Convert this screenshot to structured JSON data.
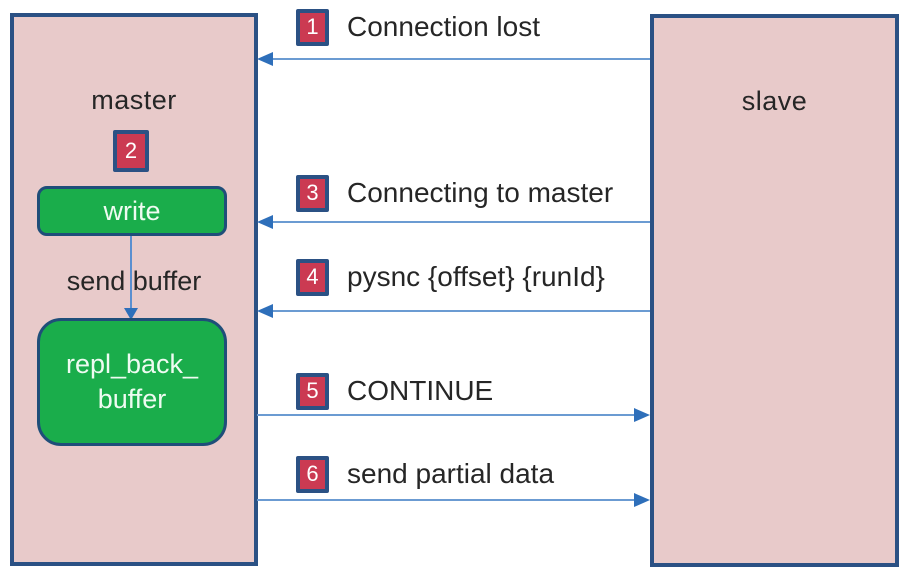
{
  "master": {
    "title": "master",
    "badge": "2",
    "write_label": "write",
    "send_buffer_label": "send buffer",
    "buffer_line1": "repl_back_",
    "buffer_line2": "buffer"
  },
  "slave": {
    "title": "slave"
  },
  "messages": [
    {
      "num": "1",
      "label": "Connection lost",
      "direction": "slave-to-master"
    },
    {
      "num": "3",
      "label": "Connecting to master",
      "direction": "slave-to-master"
    },
    {
      "num": "4",
      "label": "pysnc {offset} {runId}",
      "direction": "slave-to-master"
    },
    {
      "num": "5",
      "label": "CONTINUE",
      "direction": "master-to-slave"
    },
    {
      "num": "6",
      "label": "send partial data",
      "direction": "master-to-slave"
    }
  ],
  "colors": {
    "node_fill": "#e8caca",
    "node_border": "#2b5184",
    "badge_fill": "#cb3a52",
    "badge_border": "#2b5184",
    "green_fill": "#1aad4b",
    "green_border": "#1f4e79",
    "arrow_line": "#6b9bd2",
    "arrow_head": "#2e6fba",
    "text_dark": "#262626",
    "background": "#ffffff"
  }
}
